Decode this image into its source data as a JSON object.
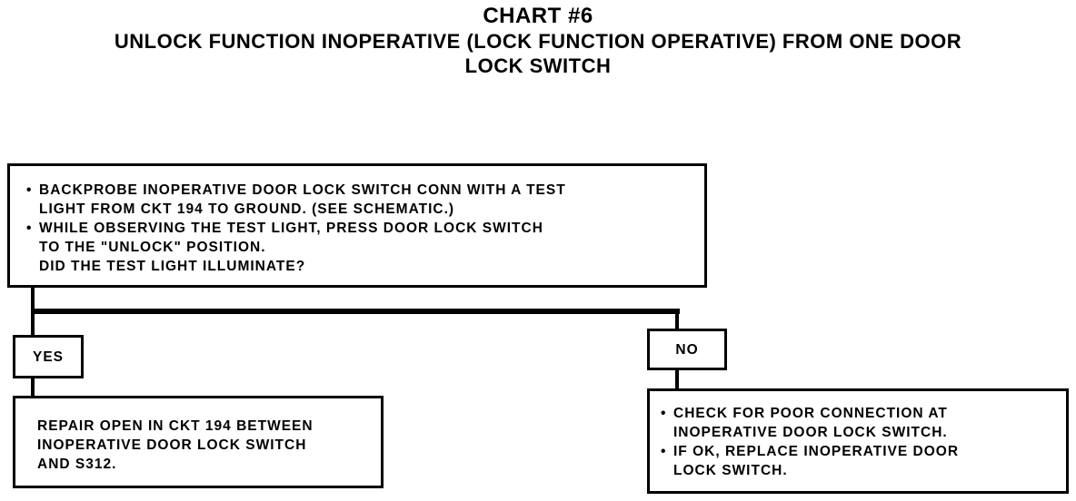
{
  "header": {
    "chart_number": "CHART #6",
    "title_line1": "UNLOCK FUNCTION INOPERATIVE (LOCK FUNCTION OPERATIVE) FROM ONE DOOR",
    "title_line2": "LOCK SWITCH"
  },
  "question_box": {
    "bullet_symbol": "•",
    "bullet1_line1": "BACKPROBE INOPERATIVE DOOR LOCK SWITCH CONN WITH A TEST",
    "bullet1_line2": "LIGHT FROM CKT 194 TO GROUND. (SEE SCHEMATIC.)",
    "bullet2_line1": "WHILE OBSERVING THE TEST LIGHT, PRESS DOOR LOCK SWITCH",
    "bullet2_line2": "TO THE \"UNLOCK\" POSITION.",
    "question": "DID THE TEST LIGHT ILLUMINATE?"
  },
  "yes_branch": {
    "label": "YES",
    "action_line1": "REPAIR OPEN IN CKT 194 BETWEEN",
    "action_line2": "INOPERATIVE DOOR LOCK SWITCH",
    "action_line3": "AND S312."
  },
  "no_branch": {
    "label": "NO",
    "bullet_symbol": "•",
    "bullet1_line1": "CHECK FOR POOR CONNECTION AT",
    "bullet1_line2": "INOPERATIVE DOOR LOCK SWITCH.",
    "bullet2_line1": "IF OK, REPLACE INOPERATIVE DOOR",
    "bullet2_line2": "LOCK SWITCH."
  }
}
